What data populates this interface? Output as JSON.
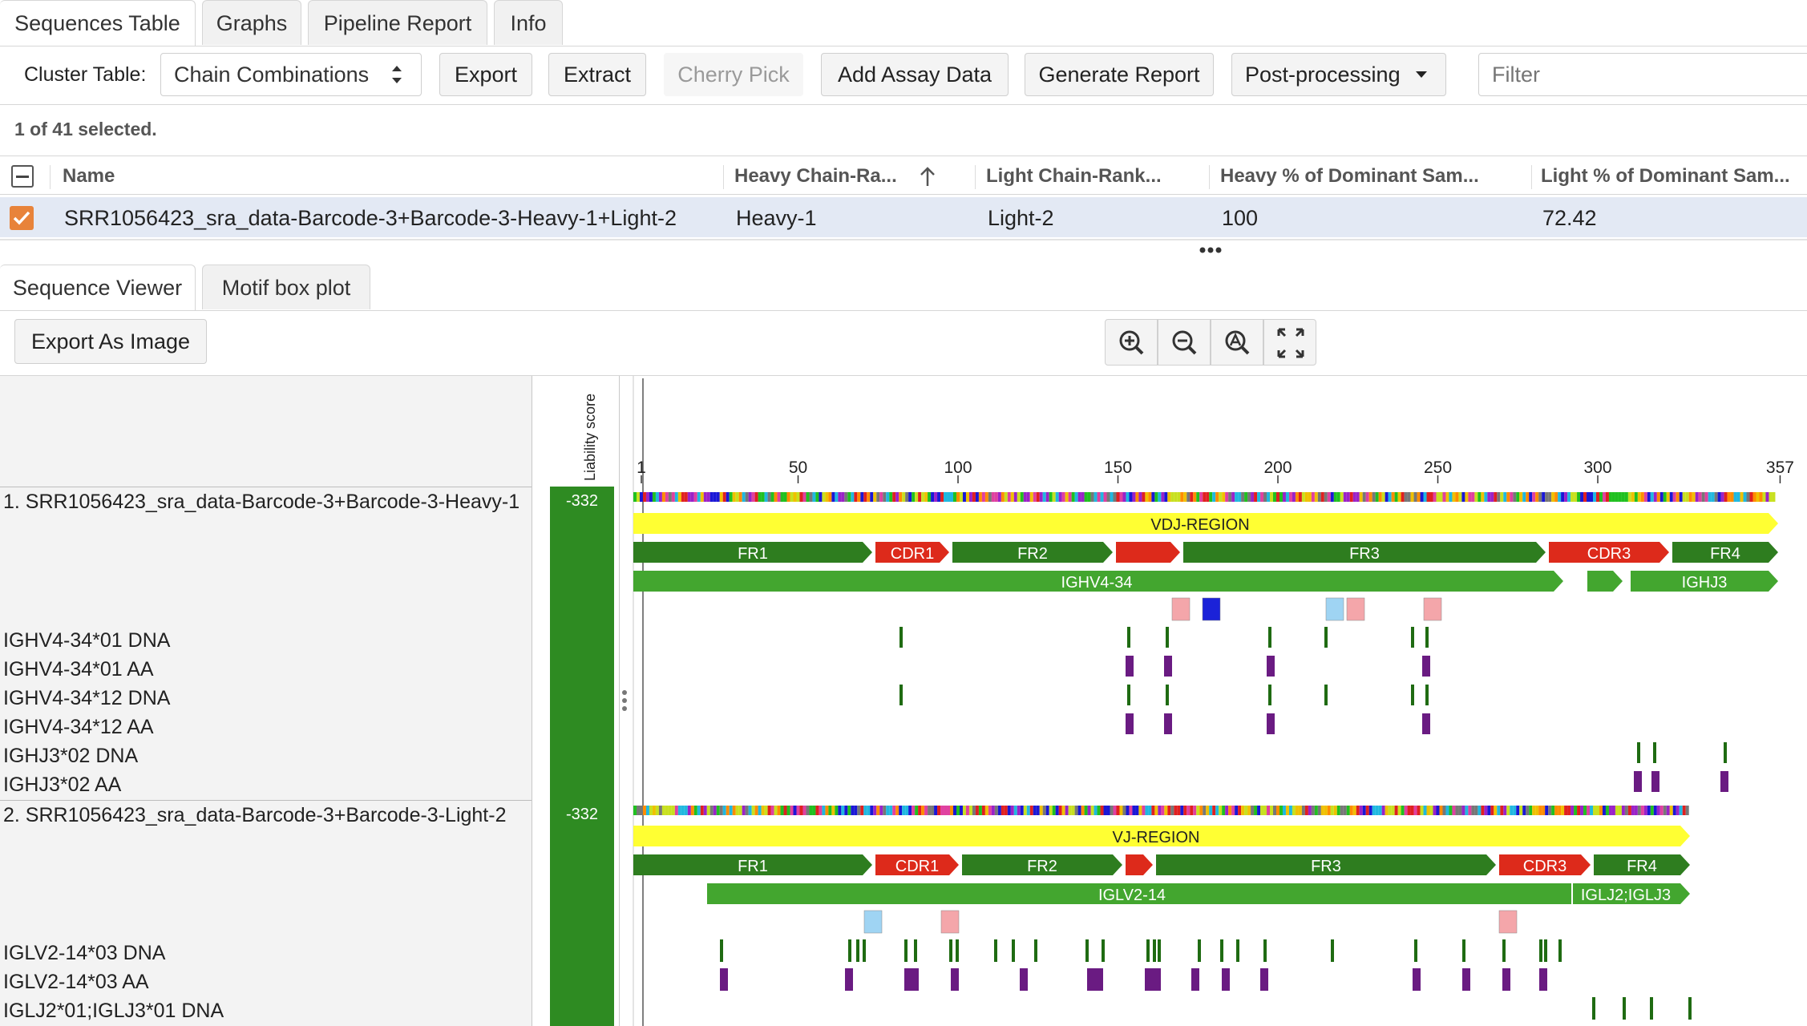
{
  "top_tabs": [
    "Sequences Table",
    "Graphs",
    "Pipeline Report",
    "Info"
  ],
  "toolbar": {
    "cluster_label": "Cluster Table:",
    "cluster_value": "Chain Combinations",
    "export": "Export",
    "extract": "Extract",
    "cherry_pick": "Cherry Pick",
    "add_assay": "Add Assay Data",
    "generate_report": "Generate Report",
    "post_processing": "Post-processing",
    "filter_placeholder": "Filter"
  },
  "selection_status": "1 of 41 selected.",
  "table": {
    "headers": [
      "Name",
      "Heavy Chain-Ra...",
      "Light Chain-Rank...",
      "Heavy % of Dominant Sam...",
      "Light % of Dominant Sam..."
    ],
    "row": {
      "name": "SRR1056423_sra_data-Barcode-3+Barcode-3-Heavy-1+Light-2",
      "heavy_rank": "Heavy-1",
      "light_rank": "Light-2",
      "heavy_pct": "100",
      "light_pct": "72.42"
    }
  },
  "bottom_tabs": [
    "Sequence Viewer",
    "Motif box plot"
  ],
  "export_image": "Export As Image",
  "viewer": {
    "liability_header": "Liability score",
    "ruler_ticks": [
      "1",
      "50",
      "100",
      "150",
      "200",
      "250",
      "300",
      "357"
    ],
    "sequences": [
      {
        "name": "1. SRR1056423_sra_data-Barcode-3+Barcode-3-Heavy-1",
        "liability": "-332",
        "region_label": "VDJ-REGION",
        "segments": [
          "FR1",
          "CDR1",
          "FR2",
          "FR3",
          "CDR3",
          "FR4"
        ],
        "genes": [
          "IGHV4-34",
          "IGHJ3"
        ],
        "germlines": [
          "IGHV4-34*01 DNA",
          "IGHV4-34*01 AA",
          "IGHV4-34*12 DNA",
          "IGHV4-34*12 AA",
          "IGHJ3*02 DNA",
          "IGHJ3*02 AA"
        ]
      },
      {
        "name": "2. SRR1056423_sra_data-Barcode-3+Barcode-3-Light-2",
        "liability": "-332",
        "region_label": "VJ-REGION",
        "segments": [
          "FR1",
          "CDR1",
          "FR2",
          "FR3",
          "CDR3",
          "FR4"
        ],
        "genes": [
          "IGLV2-14",
          "IGLJ2;IGLJ3"
        ],
        "germlines": [
          "IGLV2-14*03 DNA",
          "IGLV2-14*03 AA",
          "IGLJ2*01;IGLJ3*01 DNA"
        ]
      }
    ]
  },
  "colors": {
    "selected_row": "#e3e9f4",
    "checkbox": "#e8833a",
    "region": "#ffff33",
    "fr": "#2e7d1f",
    "cdr": "#dd2a1b",
    "gene": "#43a62f",
    "liability": "#2e8b22",
    "germ_dna": "#1f6b12",
    "germ_aa": "#6a1b82"
  }
}
